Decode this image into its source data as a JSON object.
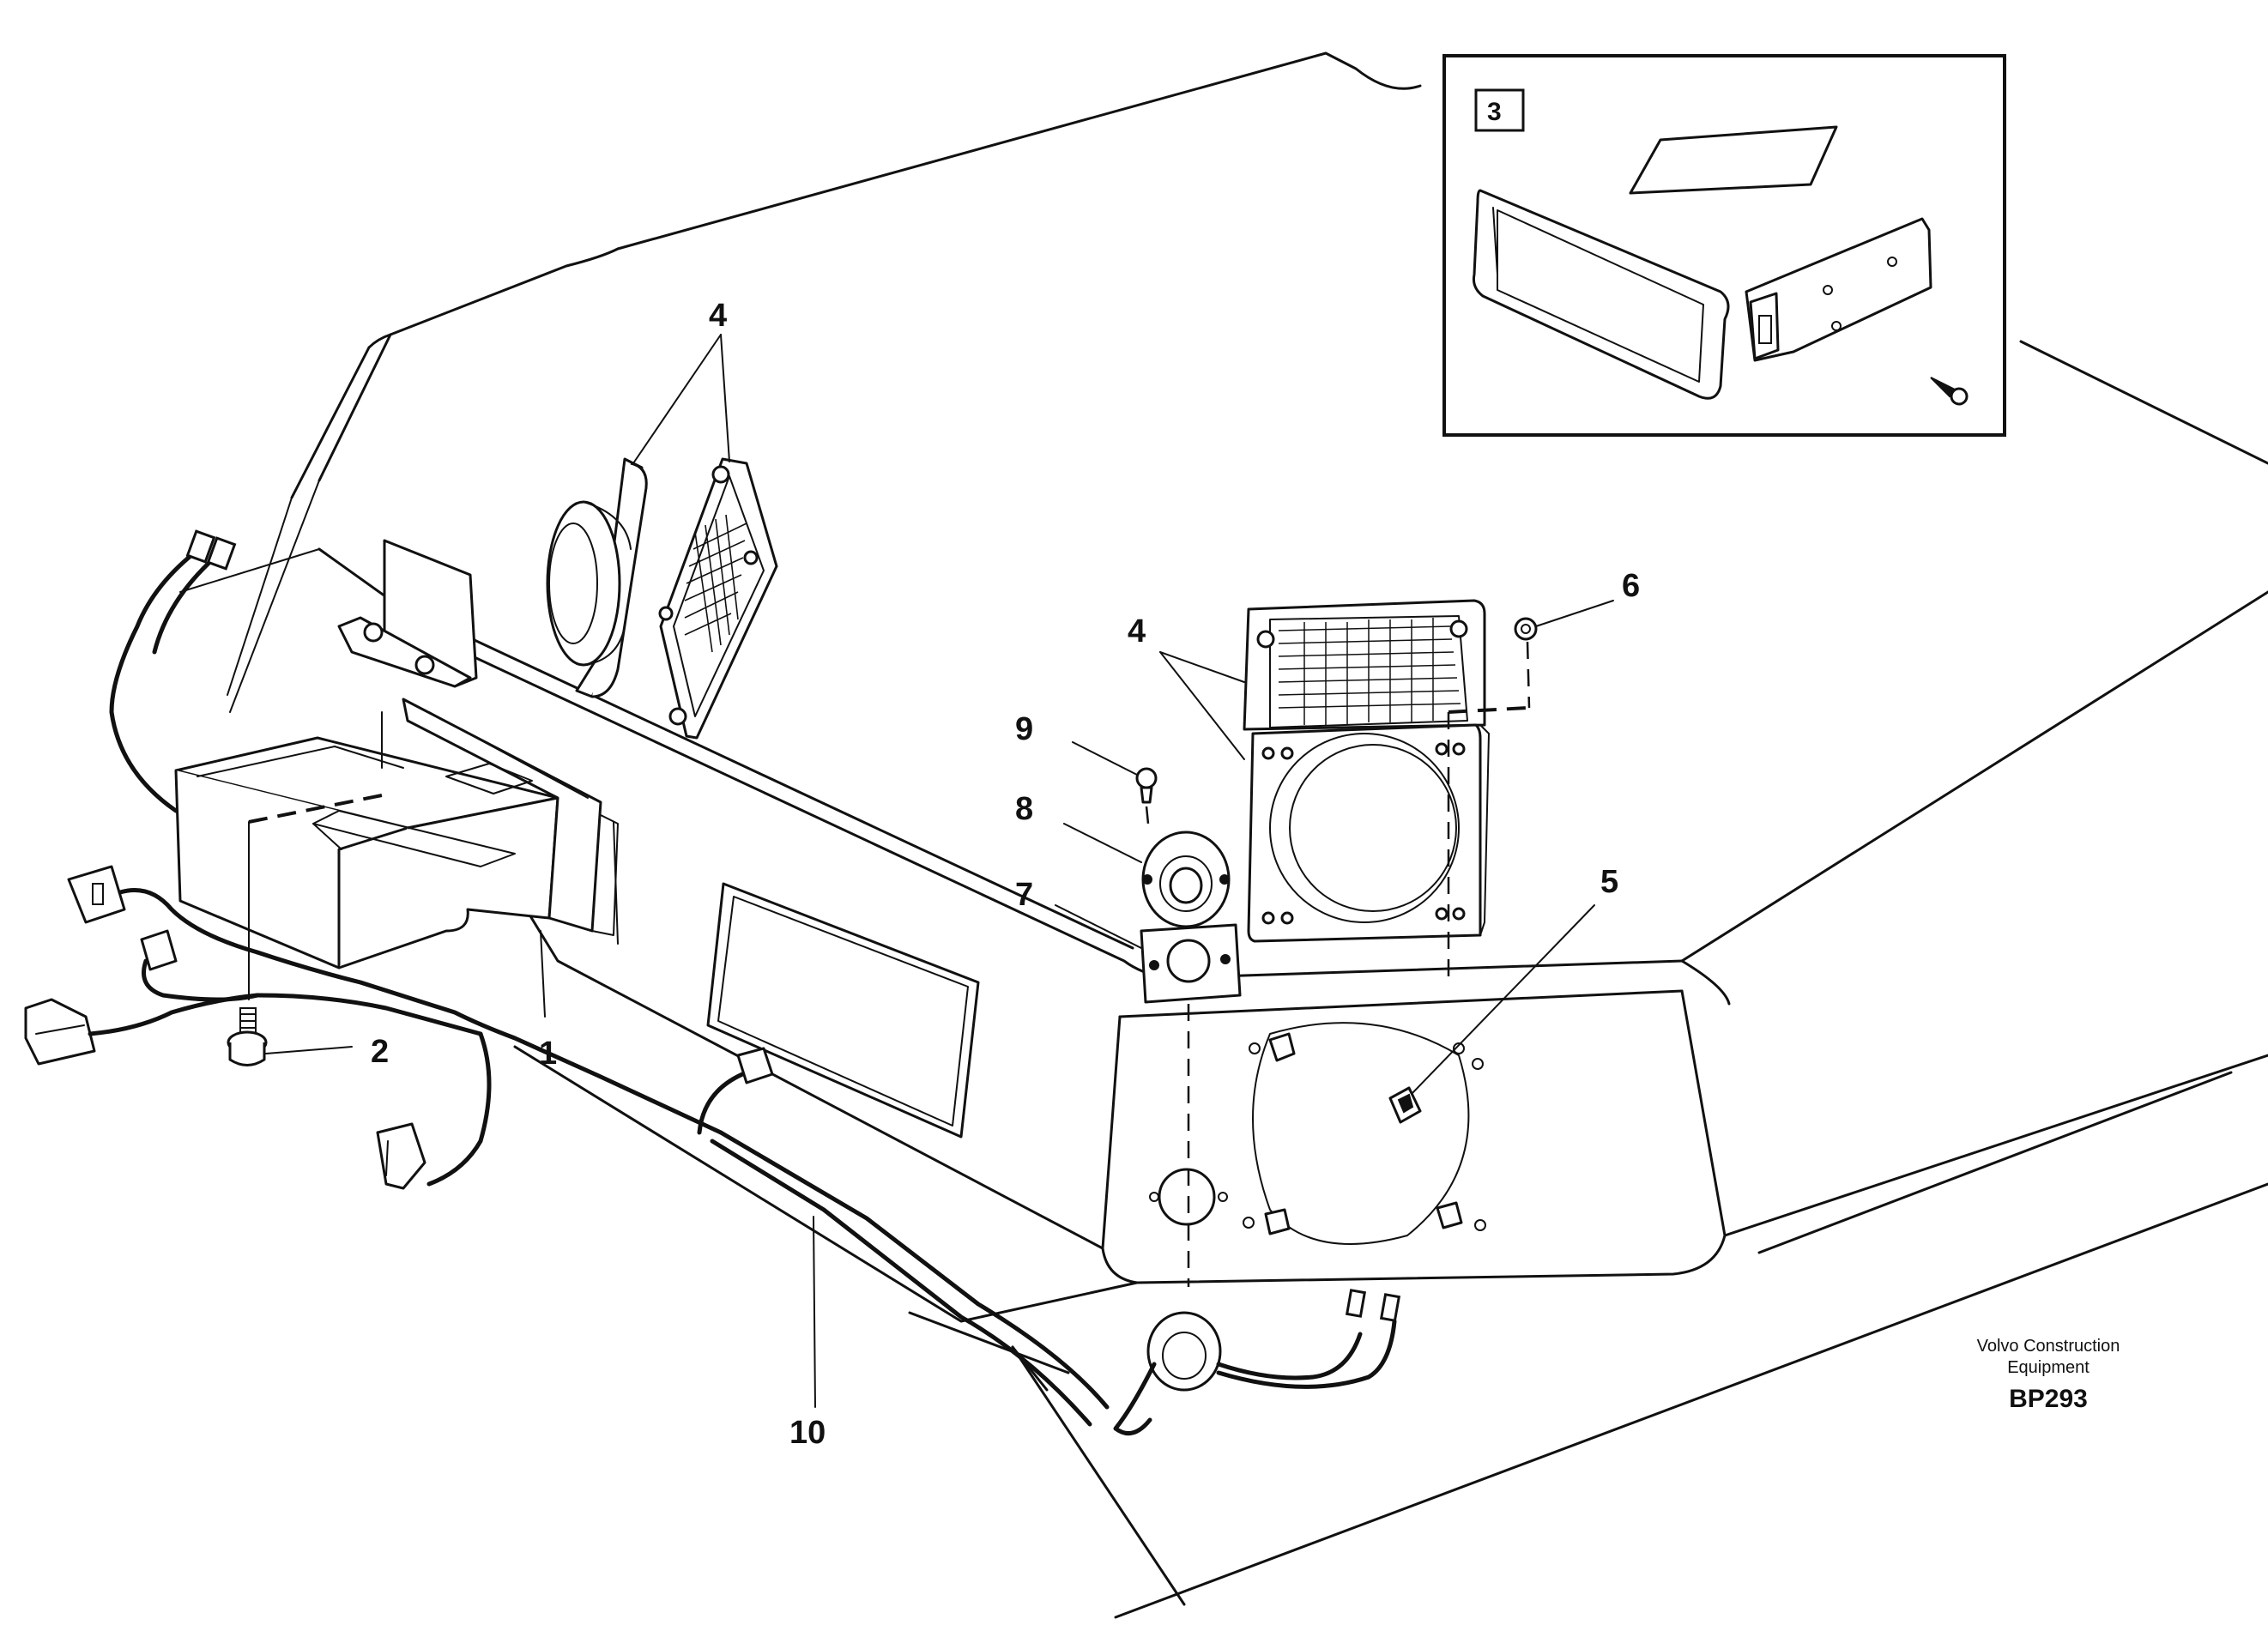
{
  "callouts": {
    "part_1": "1",
    "part_2": "2",
    "part_3": "3",
    "part_4_upper": "4",
    "part_4_right": "4",
    "part_5": "5",
    "part_6": "6",
    "part_7": "7",
    "part_8": "8",
    "part_9": "9",
    "part_10": "10"
  },
  "caption": {
    "line1": "Volvo Construction",
    "line2": "Equipment",
    "code": "BP293"
  }
}
